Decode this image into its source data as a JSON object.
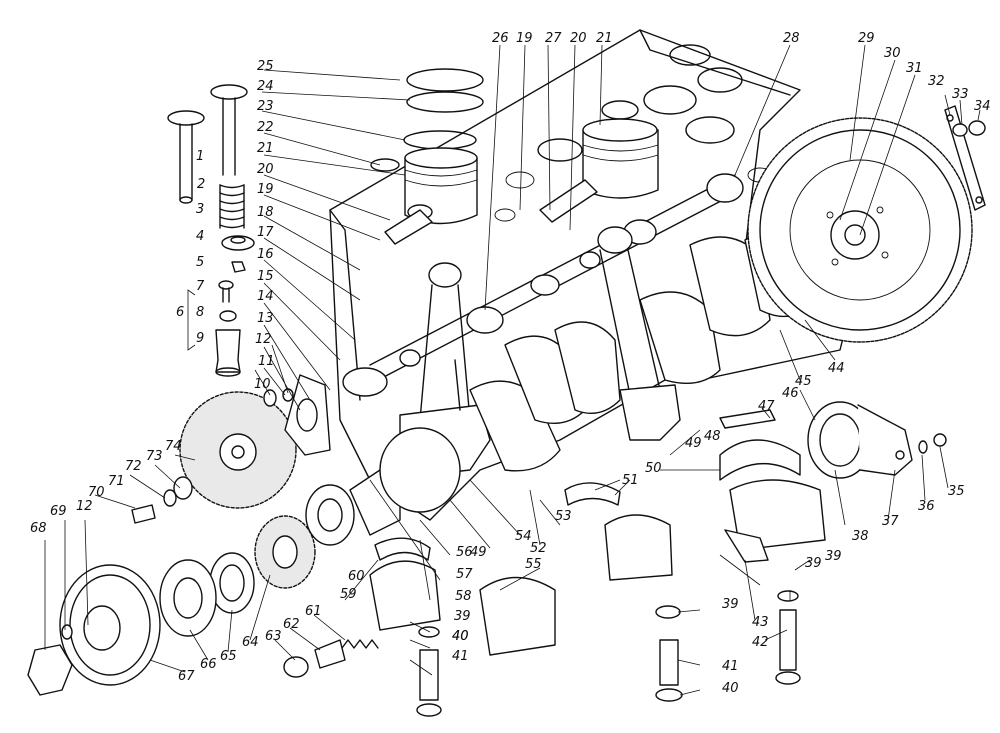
{
  "labels": [
    "1",
    "2",
    "3",
    "4",
    "5",
    "6",
    "7",
    "8",
    "9",
    "10",
    "11",
    "12",
    "13",
    "14",
    "15",
    "16",
    "17",
    "18",
    "19",
    "20",
    "21",
    "22",
    "23",
    "24",
    "25",
    "26",
    "27",
    "28",
    "29",
    "30",
    "31",
    "32",
    "33",
    "34",
    "35",
    "36",
    "37",
    "38",
    "39",
    "40",
    "41",
    "42",
    "43",
    "44",
    "45",
    "46",
    "47",
    "48",
    "49",
    "50",
    "51",
    "52",
    "53",
    "54",
    "55",
    "56",
    "57",
    "58",
    "59",
    "60",
    "61",
    "62",
    "63",
    "64",
    "65",
    "66",
    "67",
    "68",
    "69",
    "70",
    "71",
    "72",
    "73",
    "74"
  ],
  "extra_labels": [
    "19",
    "20",
    "21",
    "12",
    "39",
    "39",
    "39",
    "40",
    "40",
    "41",
    "49"
  ]
}
